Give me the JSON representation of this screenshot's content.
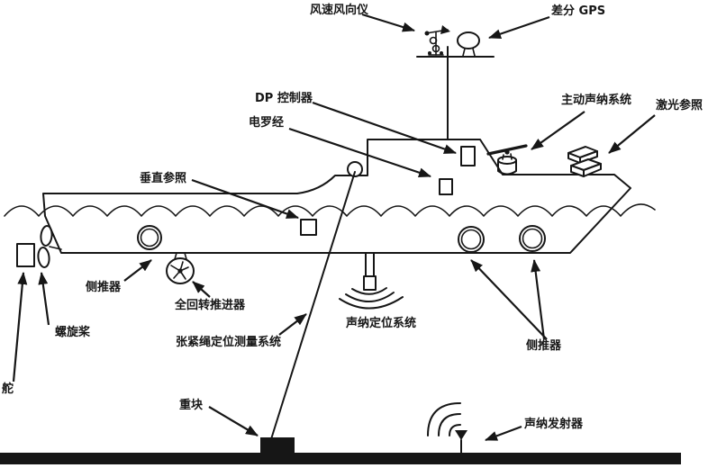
{
  "diagram": {
    "description": "DP (dynamic positioning) ship system schematic, side view, Chinese labels",
    "colors": {
      "ink": "#161616",
      "background": "#ffffff"
    },
    "labels": {
      "wind_sensor": "风速风向仪",
      "dgps": "差分 GPS",
      "dp_controller": "DP 控制器",
      "gyrocompass": "电罗经",
      "active_sonar": "主动声纳系统",
      "laser_reference": "激光参照",
      "vertical_reference": "垂直参照",
      "side_thruster_left": "侧推器",
      "azimuth_thruster": "全回转推进器",
      "propeller": "螺旋桨",
      "rudder": "舵",
      "taut_wire_system": "张紧绳定位测量系统",
      "sonar_positioning": "声纳定位系统",
      "side_thruster_right": "侧推器",
      "weight": "重块",
      "sonar_transmitter": "声纳发射器"
    }
  }
}
